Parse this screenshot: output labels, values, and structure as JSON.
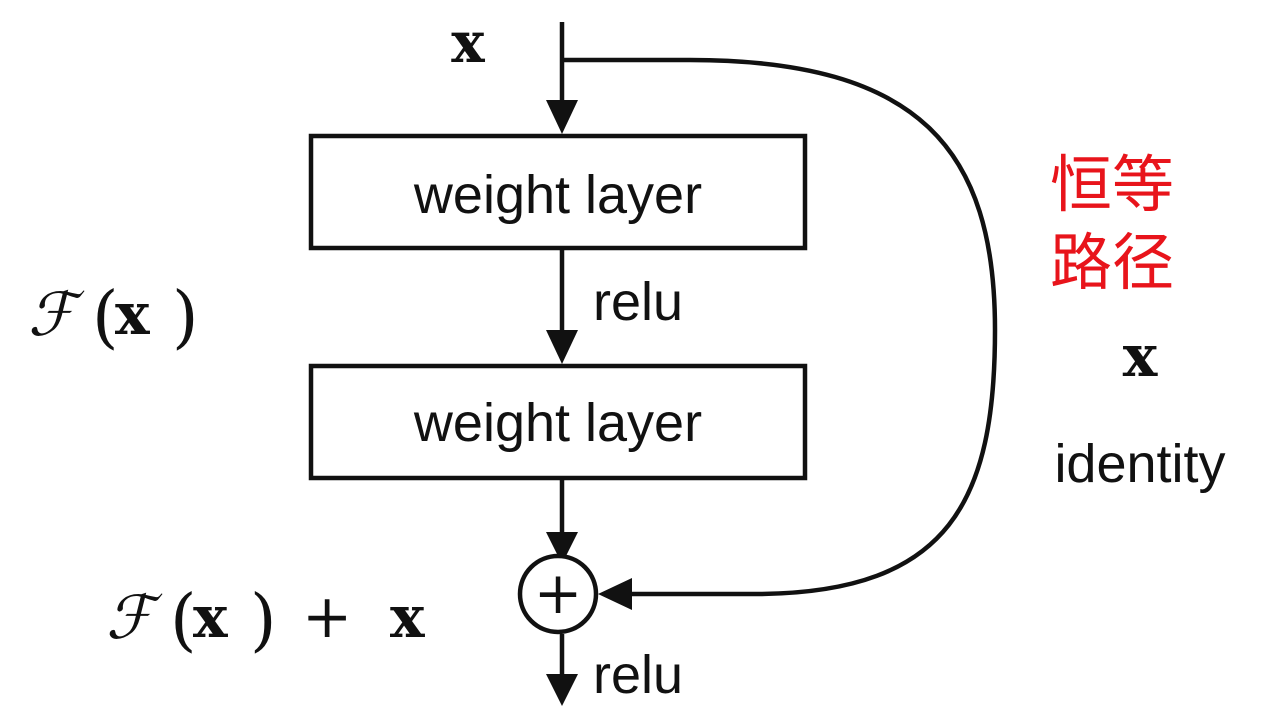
{
  "diagram": {
    "input_label": {
      "symbol": "x"
    },
    "layers": [
      {
        "label": "weight layer"
      },
      {
        "label": "weight layer"
      }
    ],
    "activations": [
      {
        "label": "relu"
      },
      {
        "label": "relu"
      }
    ],
    "residual_label": {
      "func": "ℱ",
      "open": "(",
      "symbol": "x",
      "close": ")"
    },
    "sum_label": {
      "func": "ℱ",
      "open": "(",
      "symbol": "x",
      "close": ")",
      "plus": "+",
      "symbol2": "x"
    },
    "add_node": {
      "glyph": "+"
    },
    "shortcut": {
      "chinese_line1": "恒等",
      "chinese_line2": "路径",
      "symbol": "x",
      "label": "identity",
      "accent_color": "#e8141b"
    },
    "colors": {
      "stroke": "#111111",
      "background": "#ffffff"
    }
  }
}
